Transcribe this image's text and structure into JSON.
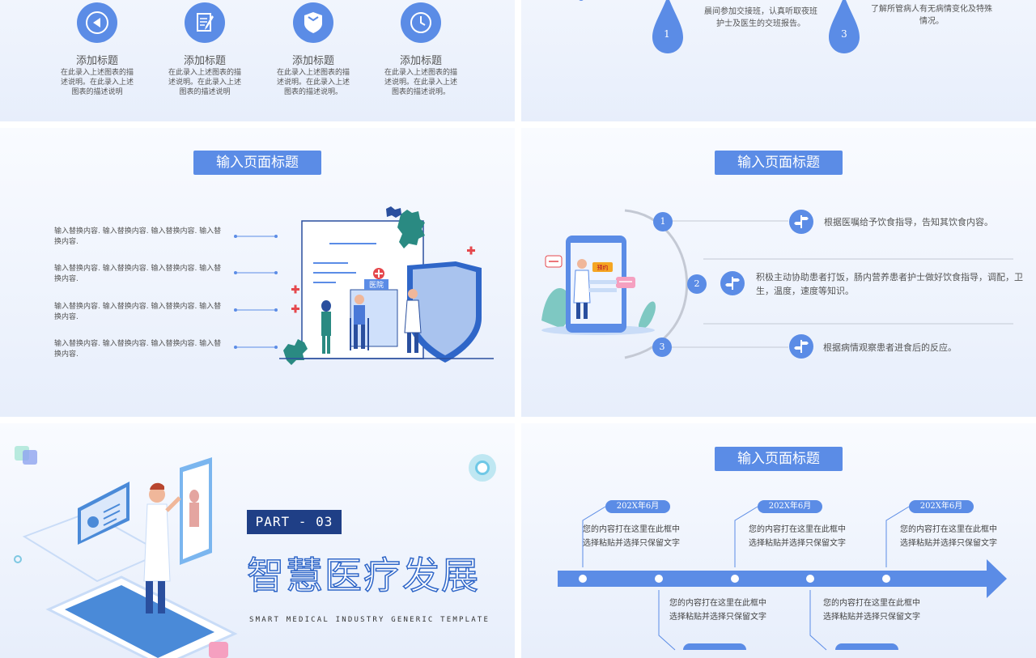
{
  "slide1": {
    "items": [
      {
        "label": "添加标题",
        "desc": "在此录入上述图表的描述说明。在此录入上述图表的描述说明"
      },
      {
        "label": "添加标题",
        "desc": "在此录入上述图表的描述说明。在此录入上述图表的描述说明"
      },
      {
        "label": "添加标题",
        "desc": "在此录入上述图表的描述说明。在此录入上述图表的描述说明。"
      },
      {
        "label": "添加标题",
        "desc": "在此录入上述图表的描述说明。在此录入上述图表的描述说明。"
      }
    ],
    "icons": [
      "back-arrow-icon",
      "edit-note-icon",
      "shield-icon",
      "clock-icon"
    ]
  },
  "slide2": {
    "drop1_num": "1",
    "drop1_text": "晨间参加交接班，认真听取夜班护士及医生的交班报告。",
    "drop3_num": "3",
    "drop3_text": "了解所管病人有无病情变化及特殊情况。"
  },
  "slide3": {
    "title": "输入页面标题",
    "items": [
      "输入替换内容. 输入替换内容. 输入替换内容. 输入替换内容.",
      "输入替换内容. 输入替换内容. 输入替换内容. 输入替换内容.",
      "输入替换内容. 输入替换内容. 输入替换内容. 输入替换内容.",
      "输入替换内容. 输入替换内容. 输入替换内容. 输入替换内容."
    ],
    "hospital_sign": "医院"
  },
  "slide4": {
    "title": "输入页面标题",
    "steps": [
      {
        "num": "1",
        "text": "根据医嘱给予饮食指导，告知其饮食内容。"
      },
      {
        "num": "2",
        "text": "积极主动协助患者打饭，肠内营养患者护士做好饮食指导，调配，卫生，温度，速度等知识。"
      },
      {
        "num": "3",
        "text": "根据病情观察患者进食后的反应。"
      }
    ],
    "phone_badge": "预约"
  },
  "slide5": {
    "part": "PART - 03",
    "title": "智慧医疗发展",
    "subtitle": "SMART MEDICAL INDUSTRY GENERIC TEMPLATE"
  },
  "slide6": {
    "title": "输入页面标题",
    "top": [
      {
        "date": "202X年6月",
        "text": "您的内容打在这里在此框中选择粘贴并选择只保留文字"
      },
      {
        "date": "202X年6月",
        "text": "您的内容打在这里在此框中选择粘贴并选择只保留文字"
      },
      {
        "date": "202X年6月",
        "text": "您的内容打在这里在此框中选择粘贴并选择只保留文字"
      }
    ],
    "bottom": [
      {
        "text": "您的内容打在这里在此框中选择粘贴并选择只保留文字"
      },
      {
        "text": "您的内容打在这里在此框中选择粘贴并选择只保留文字"
      }
    ]
  },
  "colors": {
    "accent": "#5b8ce6",
    "dark": "#1f3f86",
    "teal": "#2e8b87",
    "red": "#e5484d"
  }
}
